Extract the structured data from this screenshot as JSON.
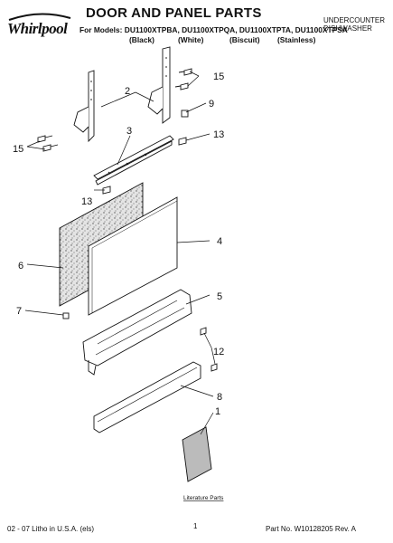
{
  "header": {
    "brand": "Whirlpool",
    "title": "DOOR AND PANEL PARTS",
    "models_label": "For Models:",
    "models": "DU1100XTPBA, DU1100XTPQA, DU1100XTPTA, DU1100XTPSA",
    "variants": [
      "(Black)",
      "(White)",
      "(Biscuit)",
      "(Stainless)"
    ],
    "product_type_line1": "UNDERCOUNTER",
    "product_type_line2": "DISHWASHER"
  },
  "diagram": {
    "callouts": [
      "15",
      "2",
      "9",
      "3",
      "13",
      "15",
      "13",
      "4",
      "6",
      "5",
      "7",
      "12",
      "8",
      "1"
    ],
    "literature_label": "Literature Parts"
  },
  "footer": {
    "left": "02 - 07 Litho in U.S.A. (els)",
    "page": "1",
    "right": "Part No. W10128205 Rev. A"
  }
}
